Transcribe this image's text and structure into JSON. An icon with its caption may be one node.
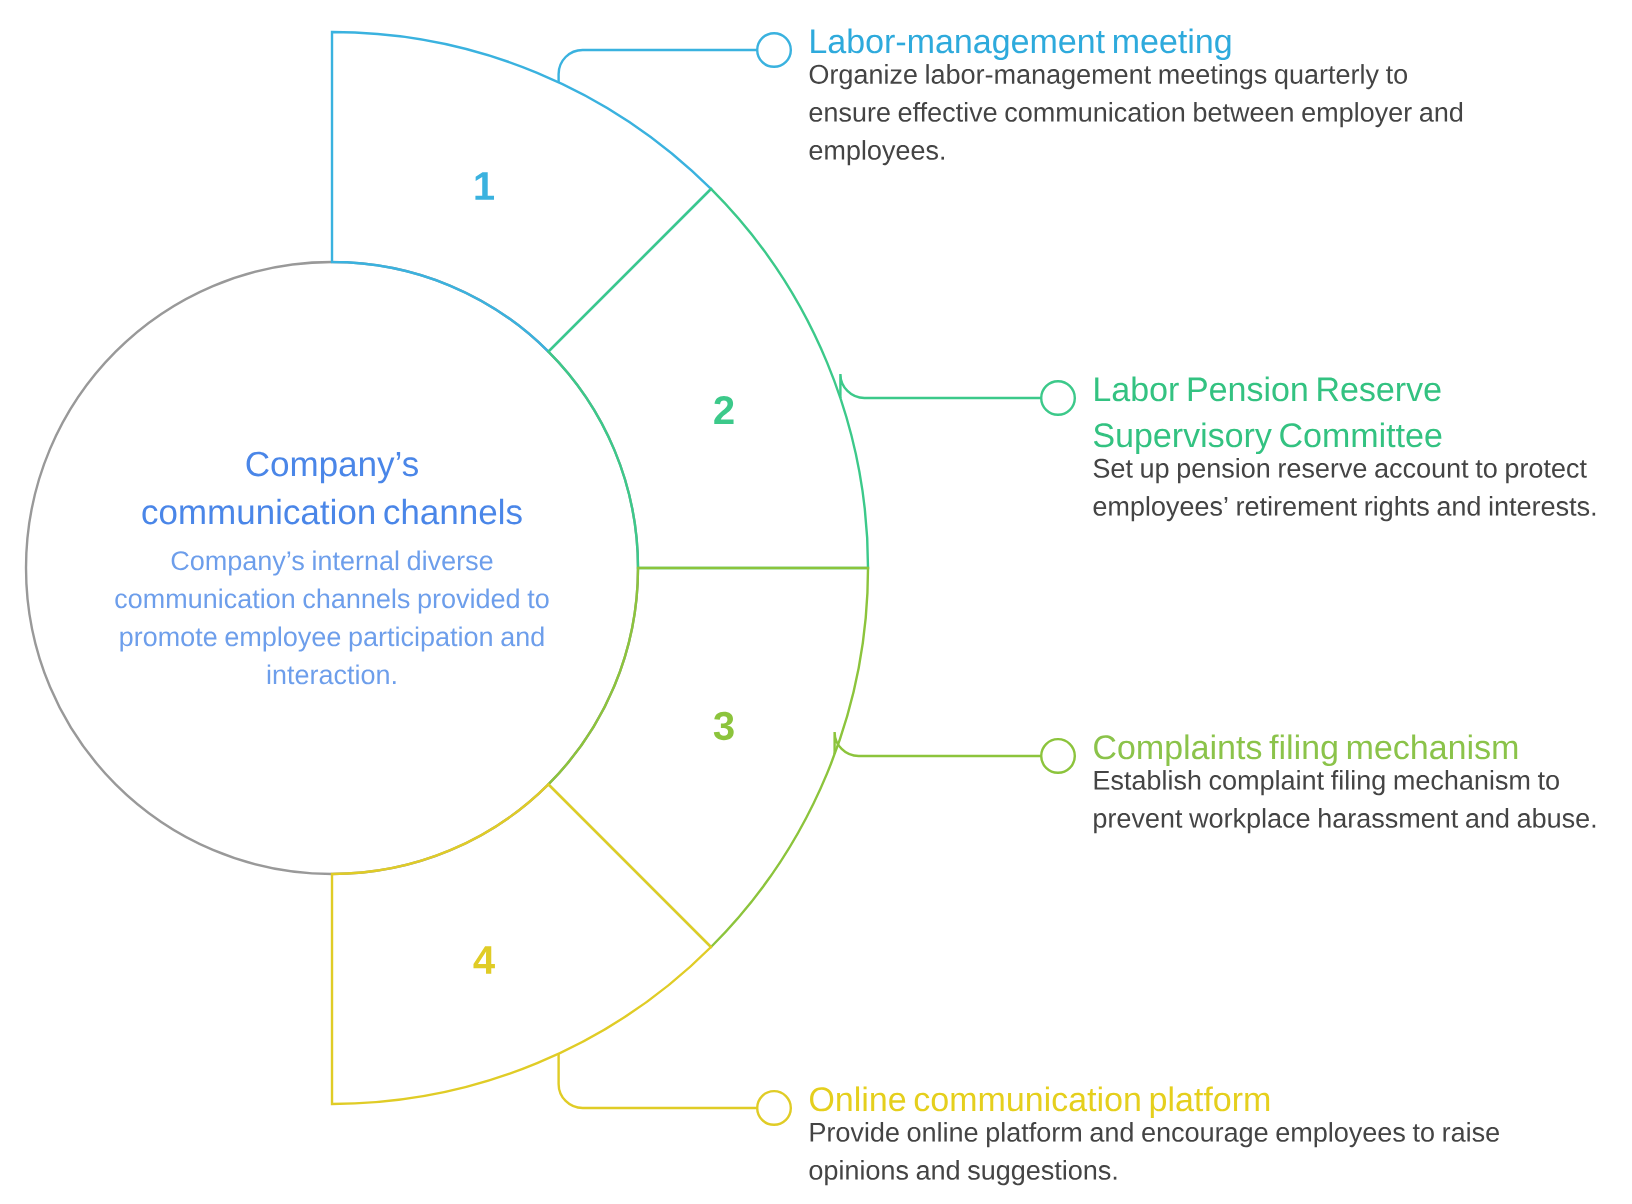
{
  "diagram": {
    "nodes": [
      {
        "text": [
          "Company’s communication channels",
          "Company’s internal diverse communication channels provided to promote employee participation and interaction."
        ]
      },
      {
        "text": [
          "1"
        ]
      },
      {
        "text": [
          "2"
        ]
      },
      {
        "text": [
          "3"
        ]
      },
      {
        "text": [
          "4"
        ]
      },
      {
        "text": [
          "Labor-management meeting",
          "Organize labor-management meetings quarterly to ensure effective communication between employer and employees."
        ]
      },
      {
        "text": [
          "Labor Pension Reserve Supervisory Committee",
          "Set up pension reserve account to protect employees’ retirement rights and interests."
        ]
      },
      {
        "text": [
          "Complaints filing mechanism",
          "Establish complaint filing mechanism to prevent workplace harassment and abuse."
        ]
      },
      {
        "text": [
          "Online communication platform",
          "Provide online platform and encourage employees to raise opinions and suggestions."
        ]
      }
    ],
    "edges": [
      {
        "from": 1,
        "to": 5,
        "arrow": "other",
        "color": "#3ab2df"
      },
      {
        "from": 2,
        "to": 6,
        "arrow": "other",
        "color": "#3cc98a"
      },
      {
        "from": 3,
        "to": 7,
        "arrow": "other",
        "color": "#8cc43c"
      },
      {
        "from": 4,
        "to": 8,
        "arrow": "other",
        "color": "#e0cc26"
      }
    ]
  }
}
